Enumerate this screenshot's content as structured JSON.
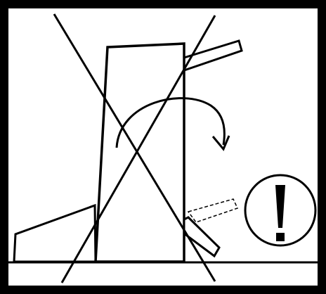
{
  "diagram": {
    "caution_glyph": "!",
    "elements": [
      "outer-frame",
      "floor-line",
      "machine-body",
      "input-tray",
      "lower-feed-tray",
      "output-tray",
      "paper-sheet-dashed",
      "rotation-arrow",
      "prohibition-cross",
      "warning-circle"
    ]
  },
  "colors": {
    "ink": "#000000",
    "paper": "#ffffff"
  }
}
